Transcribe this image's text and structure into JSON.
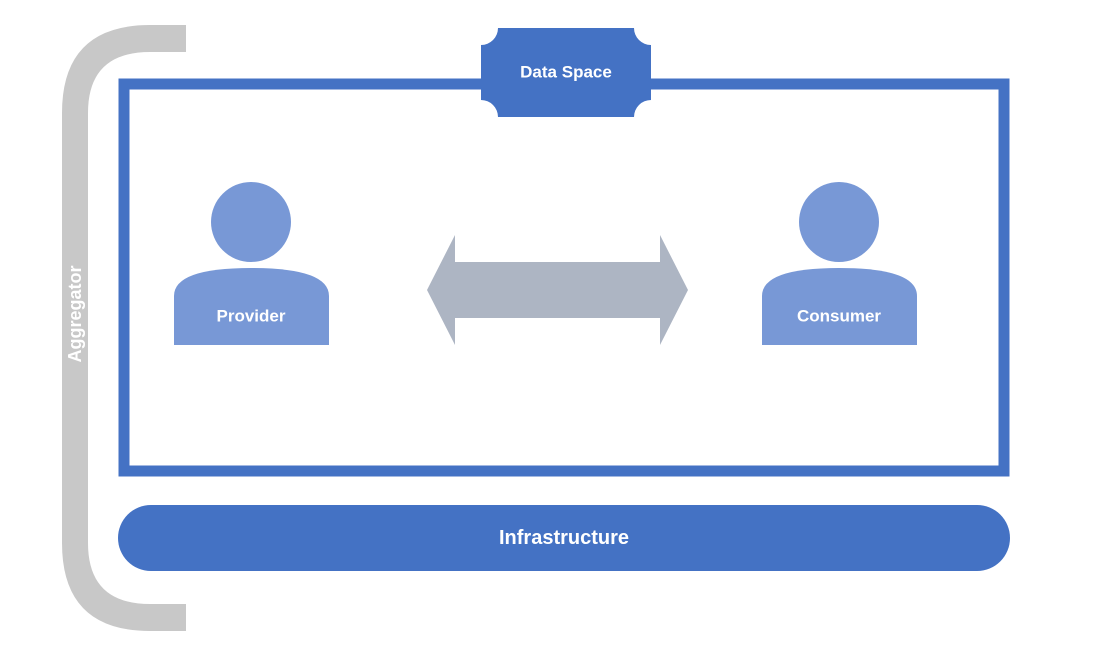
{
  "labels": {
    "data_space": "Data Space",
    "provider": "Provider",
    "consumer": "Consumer",
    "infrastructure": "Infrastructure",
    "aggregator": "Aggregator"
  },
  "colors": {
    "primary_blue": "#4472c4",
    "person_blue": "#7898d6",
    "arrow_gray": "#adb5c3",
    "bracket_gray": "#c8c8c8"
  },
  "icons": {
    "person": "person-icon",
    "exchange": "double-arrow-icon"
  }
}
